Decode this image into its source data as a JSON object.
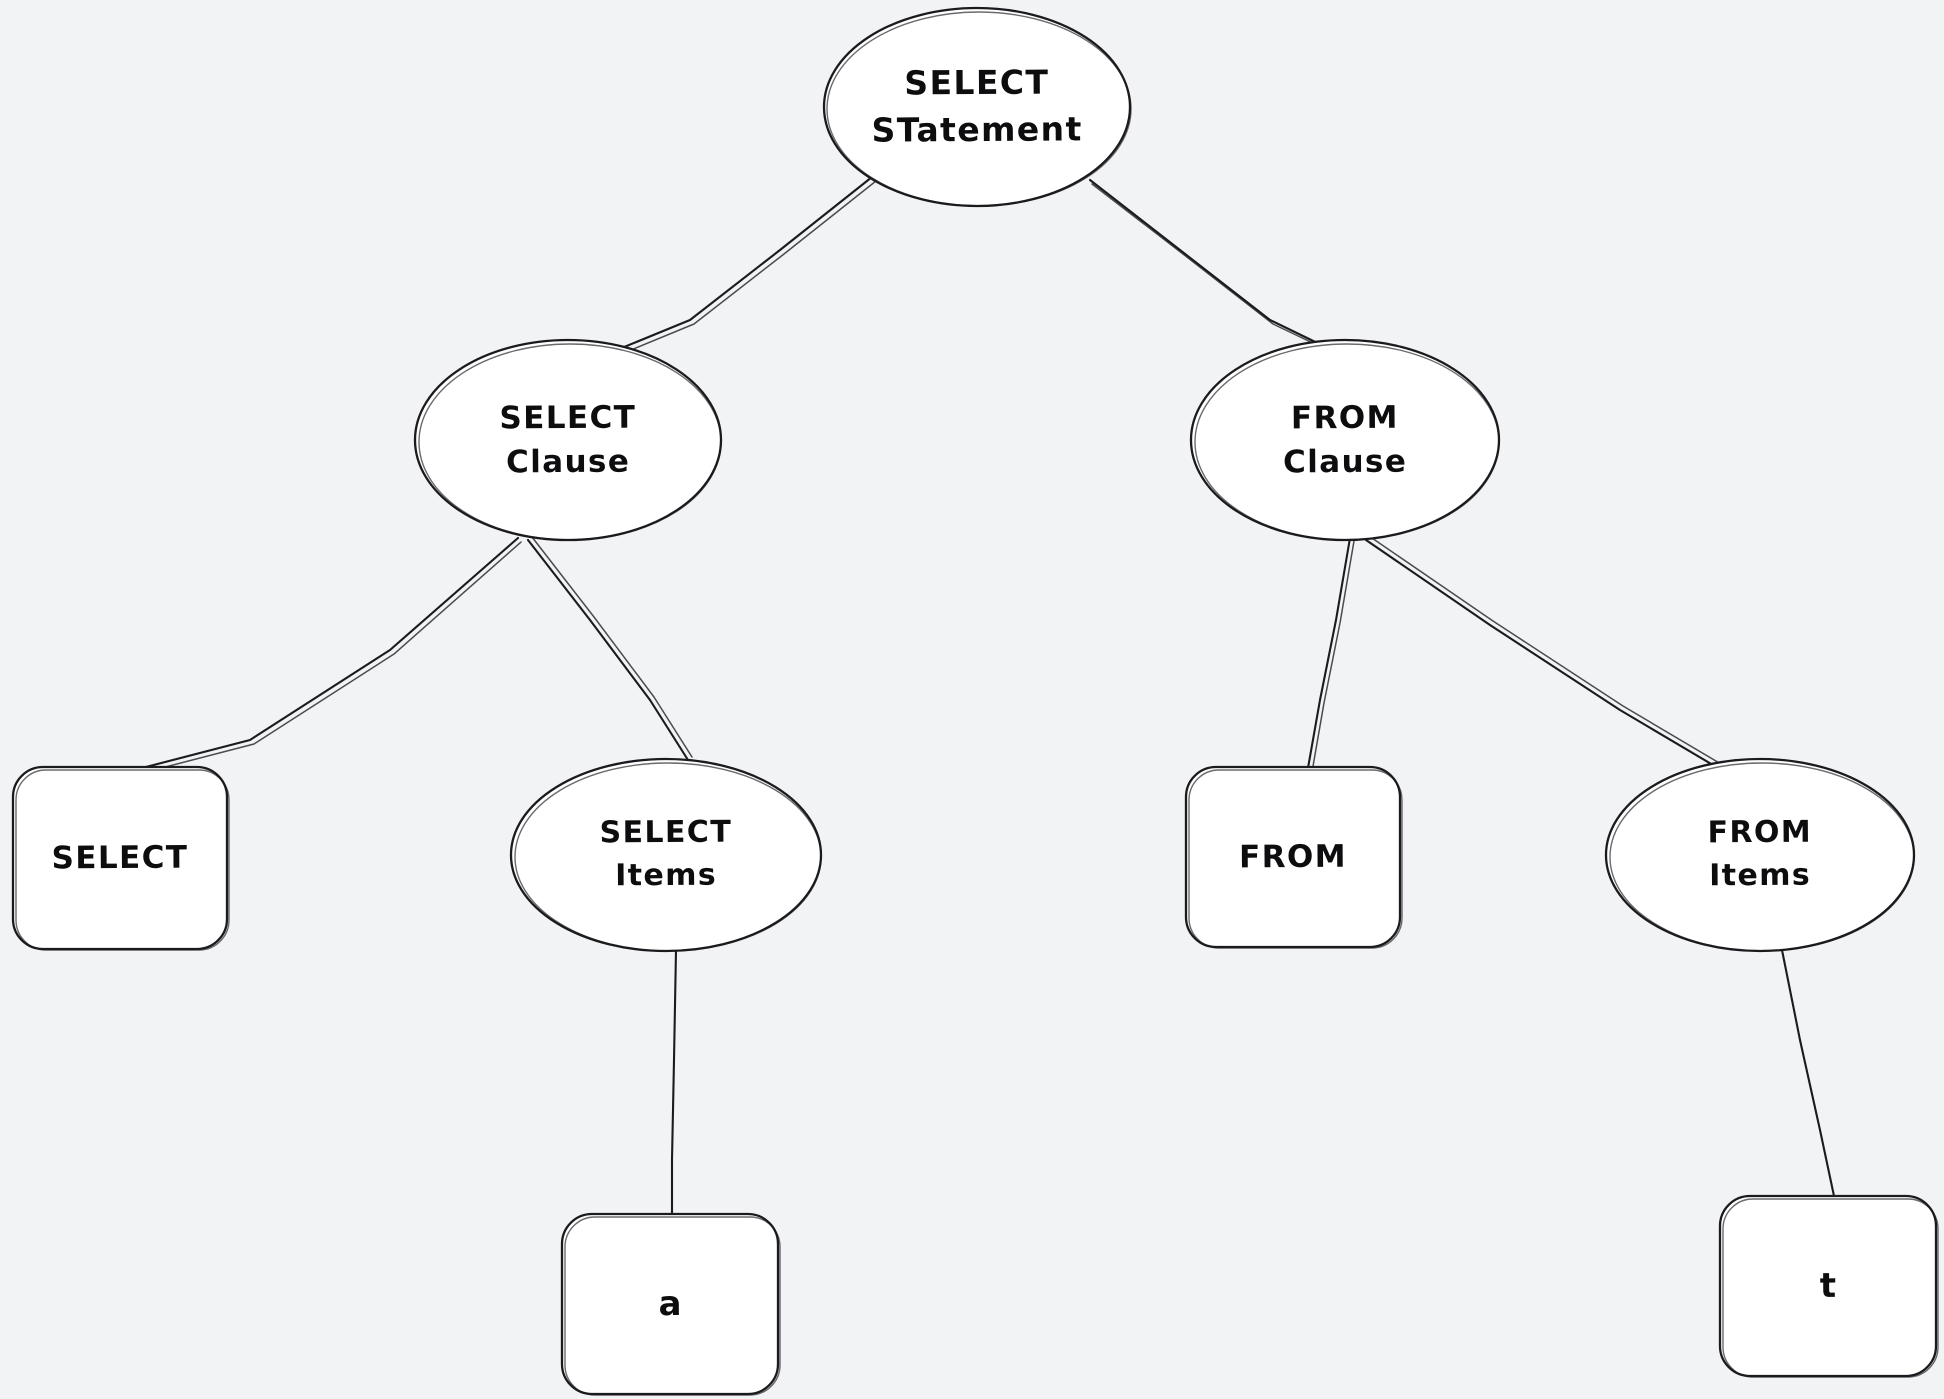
{
  "diagram": {
    "title": "SELECT Statement parse tree",
    "background_color": "#f2f3f5",
    "stroke_color": "#1b1b1f",
    "node_fill": "#ffffff",
    "style": "hand-drawn sketch"
  },
  "nodes": {
    "root": {
      "id": "select-statement",
      "shape": "ellipse",
      "line_1": "SELECT",
      "line_2": "STatement"
    },
    "select_clause": {
      "id": "select-clause",
      "shape": "ellipse",
      "line_1": "SELECT",
      "line_2": "Clause"
    },
    "from_clause": {
      "id": "from-clause",
      "shape": "ellipse",
      "line_1": "FROM",
      "line_2": "Clause"
    },
    "select_terminal": {
      "id": "select-terminal",
      "shape": "rounded-rect",
      "line_1": "SELECT"
    },
    "select_items": {
      "id": "select-items",
      "shape": "ellipse",
      "line_1": "SELECT",
      "line_2": "Items"
    },
    "from_terminal": {
      "id": "from-terminal",
      "shape": "rounded-rect",
      "line_1": "FROM"
    },
    "from_items": {
      "id": "from-items",
      "shape": "ellipse",
      "line_1": "FROM",
      "line_2": "Items"
    },
    "column_a": {
      "id": "column-a",
      "shape": "rounded-rect",
      "line_1": "a"
    },
    "table_t": {
      "id": "table-t",
      "shape": "rounded-rect",
      "line_1": "t"
    }
  },
  "edges": [
    {
      "from": "select-statement",
      "to": "select-clause"
    },
    {
      "from": "select-statement",
      "to": "from-clause"
    },
    {
      "from": "select-clause",
      "to": "select-terminal"
    },
    {
      "from": "select-clause",
      "to": "select-items"
    },
    {
      "from": "from-clause",
      "to": "from-terminal"
    },
    {
      "from": "from-clause",
      "to": "from-items"
    },
    {
      "from": "select-items",
      "to": "column-a"
    },
    {
      "from": "from-items",
      "to": "table-t"
    }
  ]
}
